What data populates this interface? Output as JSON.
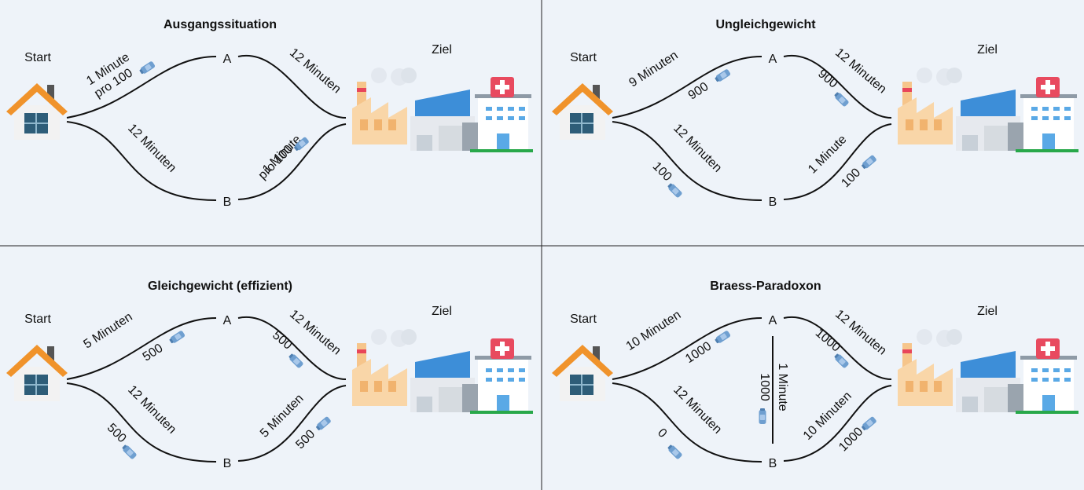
{
  "start_label": "Start",
  "ziel_label": "Ziel",
  "node_a": "A",
  "node_b": "B",
  "panels": [
    {
      "title": "Ausgangssituation",
      "sa": {
        "l1": "1 Minute",
        "l2": "pro 100"
      },
      "ab": {
        "l1": "12 Minuten",
        "l2": ""
      },
      "sb": {
        "l1": "12 Minuten",
        "l2": ""
      },
      "bz": {
        "l1": "1 Minute",
        "l2": "pro 100"
      }
    },
    {
      "title": "Ungleichgewicht",
      "sa": {
        "l1": "9 Minuten",
        "l2": "900"
      },
      "ab": {
        "l1": "12 Minuten",
        "l2": "900"
      },
      "sb": {
        "l1": "12 Minuten",
        "l2": "100"
      },
      "bz": {
        "l1": "1 Minute",
        "l2": "100"
      }
    },
    {
      "title": "Gleichgewicht (effizient)",
      "sa": {
        "l1": "5 Minuten",
        "l2": "500"
      },
      "ab": {
        "l1": "12 Minuten",
        "l2": "500"
      },
      "sb": {
        "l1": "12 Minuten",
        "l2": "500"
      },
      "bz": {
        "l1": "5 Minuten",
        "l2": "500"
      }
    },
    {
      "title": "Braess-Paradoxon",
      "sa": {
        "l1": "10 Minuten",
        "l2": "1000"
      },
      "ab": {
        "l1": "12 Minuten",
        "l2": "1000"
      },
      "sb": {
        "l1": "12 Minuten",
        "l2": "0"
      },
      "bz": {
        "l1": "10 Minuten",
        "l2": "1000"
      },
      "mid": {
        "l1": "1 Minute",
        "l2": "1000"
      }
    }
  ],
  "colors": {
    "background": "#eef3f9",
    "car": "#6f9fd0",
    "roof": "#f0932b",
    "house": "#f2f2f2",
    "window": "#2e5d78",
    "factory": "#f6c58b",
    "hospital_cross": "#e84a5f",
    "building_blue": "#3d8ed8"
  },
  "icons": [
    "house-icon",
    "factory-icon",
    "office-building-icon",
    "hospital-icon",
    "car-icon"
  ]
}
